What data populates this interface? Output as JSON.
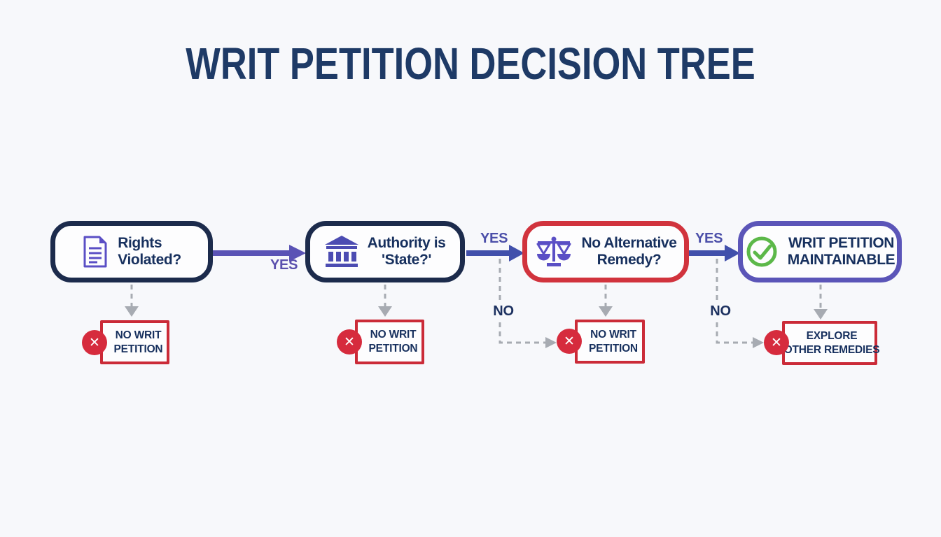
{
  "title": "WRIT PETITION DECISION TREE",
  "nodes": [
    {
      "id": "rights-violated",
      "lines": [
        "Rights",
        "Violated?"
      ],
      "icon": "document-icon"
    },
    {
      "id": "authority-is-state",
      "lines": [
        "Authority is",
        "'State?'"
      ],
      "icon": "bank-icon"
    },
    {
      "id": "no-alternative-remedy",
      "lines": [
        "No Alternative",
        "Remedy?"
      ],
      "icon": "scales-icon"
    },
    {
      "id": "writ-maintainable",
      "lines": [
        "WRIT PETITION",
        "MAINTAINABLE"
      ],
      "icon": "check-circle-icon"
    }
  ],
  "edges": {
    "yes1": "YES",
    "yes2": "YES",
    "yes3": "YES",
    "no1": "NO",
    "no2": "NO"
  },
  "failure_boxes": [
    {
      "lines": [
        "NO WRIT",
        "PETITION"
      ]
    },
    {
      "lines": [
        "NO WRIT",
        "PETITION"
      ]
    },
    {
      "lines": [
        "NO WRIT",
        "PETITION"
      ]
    },
    {
      "lines": [
        "EXPLORE",
        "OTHER REMEDIES"
      ]
    }
  ],
  "x_mark": "✕",
  "colors": {
    "background": "#f7f8fb",
    "title_navy": "#1e3a66",
    "node_border_navy": "#1c2b4c",
    "node_border_red": "#d1333d",
    "node_border_purple": "#5b55b8",
    "text_navy": "#17305e",
    "arrow_purple": "#5a53b5",
    "arrow_blue": "#4150ab",
    "failure_red": "#cb2b38",
    "x_circle_red": "#d62b3d",
    "check_green": "#5cb849",
    "dashed_gray": "#a7abb2"
  }
}
